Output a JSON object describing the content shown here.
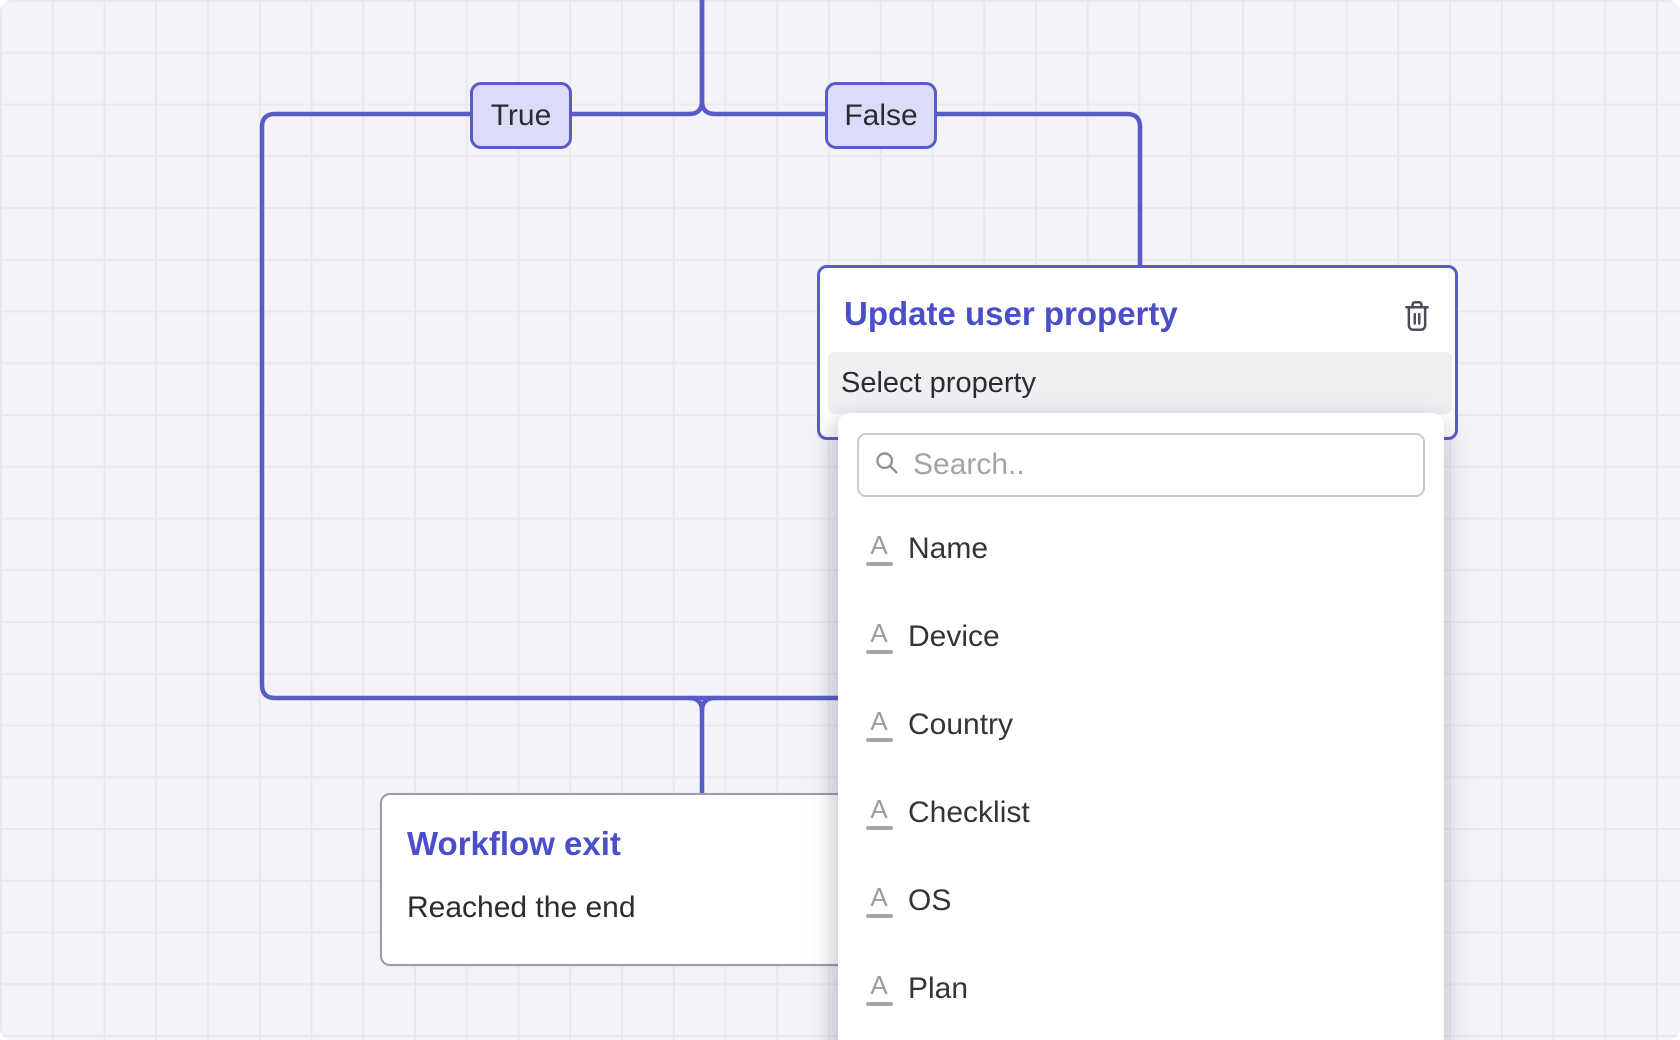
{
  "theme": {
    "accent": "#575cc8",
    "node_title_color": "#4a4ec8",
    "canvas_bg": "#f3f3f8",
    "grid_line": "#e8e8ef",
    "pill_fill": "#dddcf8"
  },
  "branches": {
    "true_label": "True",
    "false_label": "False"
  },
  "update_card": {
    "title": "Update user property",
    "delete_icon": "trash-icon",
    "property_selector": {
      "value": "Select property"
    }
  },
  "property_dropdown": {
    "search": {
      "placeholder": "Search..",
      "value": "",
      "icon": "search-icon"
    },
    "items": [
      {
        "icon": "text-attribute-icon",
        "label": "Name"
      },
      {
        "icon": "text-attribute-icon",
        "label": "Device"
      },
      {
        "icon": "text-attribute-icon",
        "label": "Country"
      },
      {
        "icon": "text-attribute-icon",
        "label": "Checklist"
      },
      {
        "icon": "text-attribute-icon",
        "label": "OS"
      },
      {
        "icon": "text-attribute-icon",
        "label": "Plan"
      }
    ]
  },
  "exit_card": {
    "title": "Workflow exit",
    "subtitle": "Reached the end"
  }
}
